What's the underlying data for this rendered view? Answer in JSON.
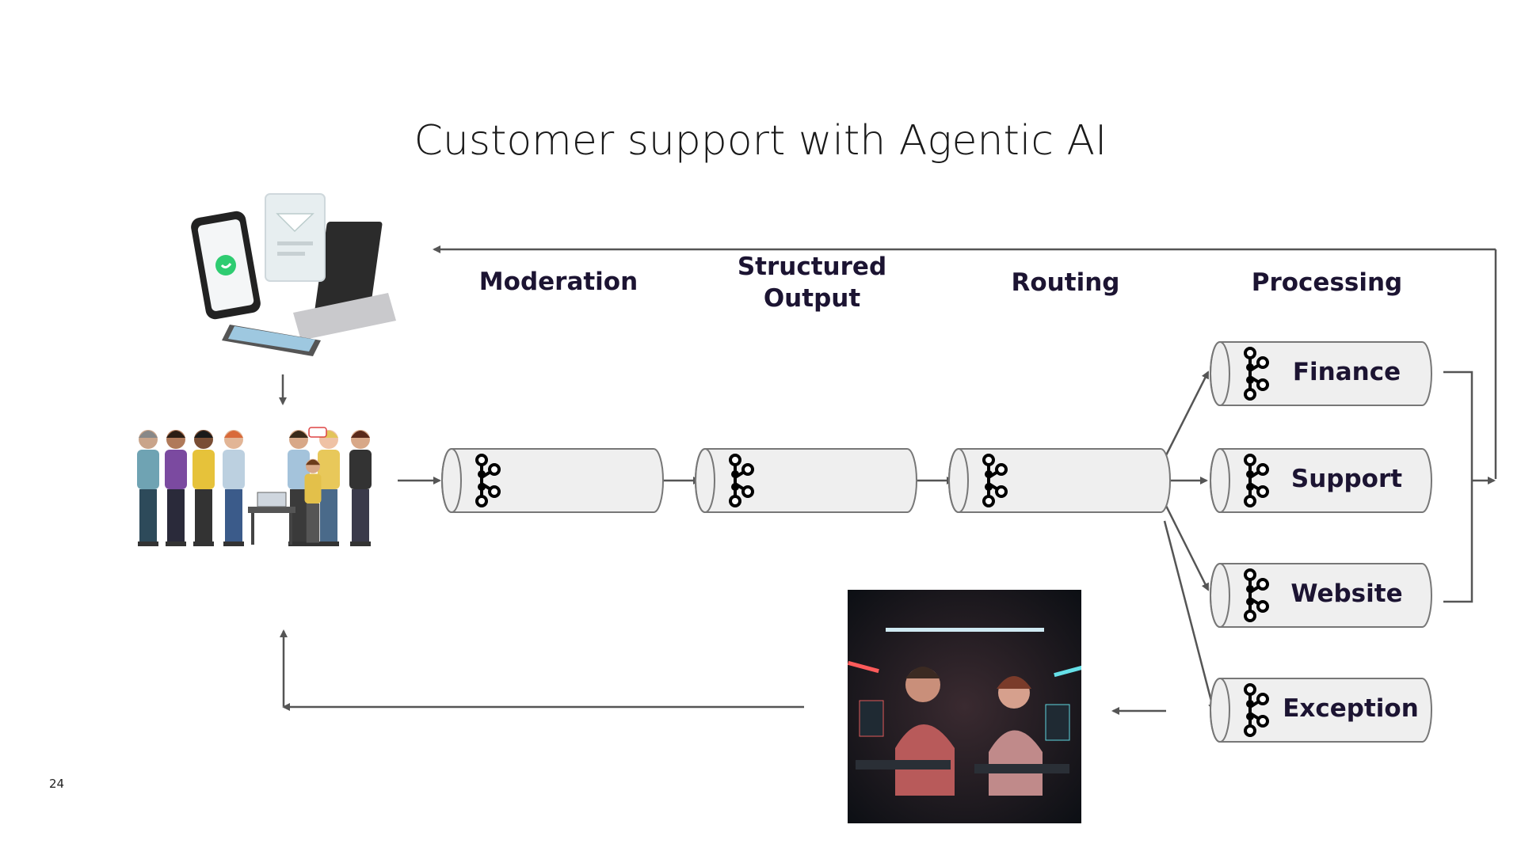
{
  "title": "Customer support with Agentic AI",
  "page_number": "24",
  "stages": {
    "moderation": "Moderation",
    "structured_output": "Structured\nOutput",
    "routing": "Routing",
    "processing": "Processing"
  },
  "topics": {
    "finance": "Finance",
    "support": "Support",
    "website": "Website",
    "exception": "Exception"
  },
  "colors": {
    "arrow": "#555555",
    "pipe_fill": "#efefef",
    "pipe_stroke": "#777777",
    "label": "#1c1432"
  },
  "icons": {
    "pipe_logo": "kafka-logo-icon",
    "devices": "devices-illustration",
    "customers": "customers-illustration",
    "agents": "human-agents-illustration"
  }
}
